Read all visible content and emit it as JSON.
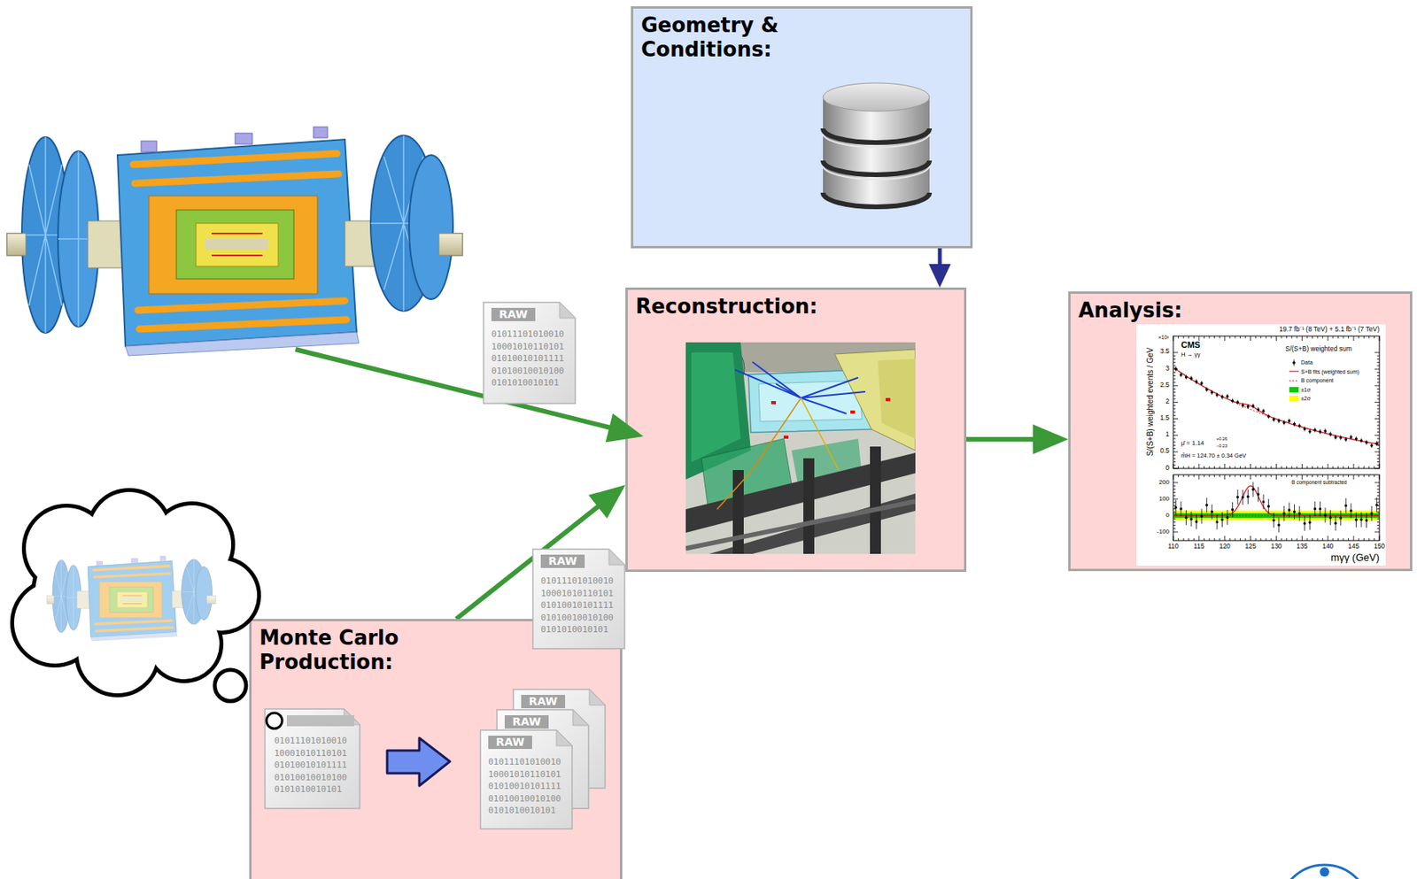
{
  "diagram": {
    "nodes": [
      {
        "text": [
          "Geometry & Conditions:"
        ]
      },
      {
        "text": [
          "Reconstruction:"
        ]
      },
      {
        "text": [
          "Analysis:"
        ]
      },
      {
        "text": [
          "Monte Carlo Production:"
        ]
      }
    ],
    "edges": [
      {
        "from": 0,
        "to": 1,
        "arrow": "to"
      },
      {
        "from": 3,
        "to": 1,
        "arrow": "to"
      },
      {
        "from": 1,
        "to": 2,
        "arrow": "to"
      }
    ],
    "labels": [
      "RAW",
      "01011101010010",
      "10001010110101",
      "01010010101111",
      "01010010010100",
      "0101010010101",
      "RAW",
      "01011101010010",
      "10001010110101",
      "01010010101111",
      "01010010010100",
      "0101010010101",
      "01011101010010",
      "10001010110101",
      "01010010101111",
      "01010010010100",
      "0101010010101",
      "RAW",
      "RAW",
      "RAW",
      "01011101010010",
      "10001010110101",
      "01010010101111",
      "01010010010100",
      "0101010010101",
      "19.7 fb⁻¹ (8 TeV) + 5.1 fb⁻¹ (7 TeV)",
      "×10³",
      "CMS",
      "H → γγ",
      "S/(S+B) weighted sum",
      "μ̂ = 1.14",
      "+0.26",
      "−0.23",
      "m̂H = 124.70 ± 0.34 GeV",
      "B component subtracted",
      "0",
      "0.5",
      "1",
      "1.5",
      "2",
      "2.5",
      "3",
      "3.5",
      "200",
      "100",
      "0",
      "-100",
      "110",
      "115",
      "120",
      "125",
      "130",
      "135",
      "140",
      "145",
      "150",
      "S/(S+B) weighted events / GeV",
      "mγγ (GeV)"
    ],
    "legend": [
      {
        "text": "Data"
      },
      {
        "text": "S+B fits (weighted sum)"
      },
      {
        "text": "B component"
      },
      {
        "text": "±1σ",
        "color": "#00cc00"
      },
      {
        "text": "±2σ",
        "color": "#ffff00"
      }
    ]
  }
}
